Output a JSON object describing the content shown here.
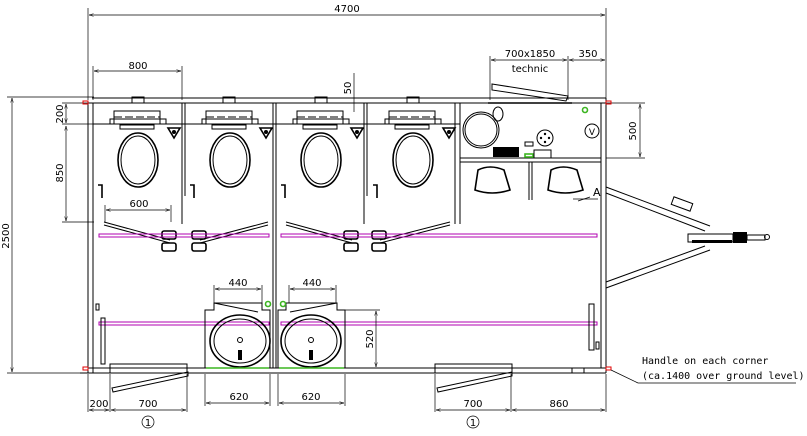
{
  "drawing": {
    "type": "floor plan - mobile toilet trailer",
    "units": "mm",
    "colors": {
      "line": "#000000",
      "rail": "#b000b0",
      "fixture_marker": "#3cb521",
      "handle_marker": "#e00000"
    }
  },
  "dimensions": {
    "overall_length": "4700",
    "overall_width": "2500",
    "cabin_width": "800",
    "wall_offset": "50",
    "top_band": "200",
    "cabin_depth": "850",
    "door_width": "600",
    "technic_size": "700x1850",
    "technic_label": "technic",
    "technic_offset": "350",
    "technic_depth": "500",
    "basin_width_1": "440",
    "basin_width_2": "440",
    "basin_depth": "520",
    "basin_cabinet_1": "620",
    "basin_cabinet_2": "620",
    "bottom_left_offset": "200",
    "step_left": "700",
    "step_right": "700",
    "bottom_right_offset": "860"
  },
  "labels": {
    "step_marker_left": "1",
    "step_marker_right": "1",
    "section_marker": "A",
    "valve_marker": "V"
  },
  "annotation": {
    "line1": "Handle on each corner",
    "line2": "(ca.1400 over ground level)"
  }
}
